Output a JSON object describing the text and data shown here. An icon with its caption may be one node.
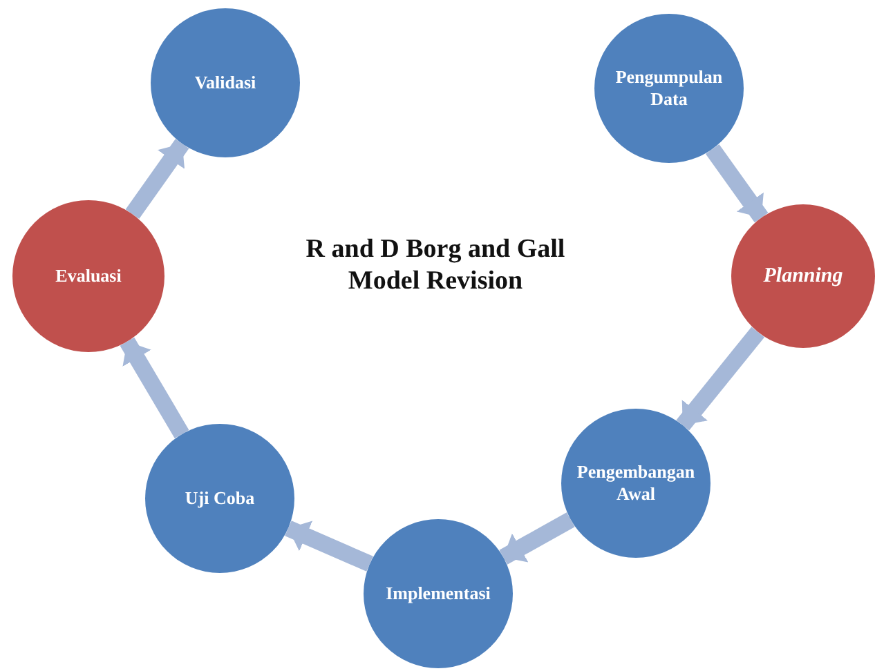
{
  "diagram": {
    "title": "R and D Borg and Gall Model Revision",
    "nodes": [
      {
        "text": [
          "Validasi"
        ]
      },
      {
        "text": [
          "Pengumpulan Data"
        ]
      },
      {
        "text": [
          "Planning"
        ]
      },
      {
        "text": [
          "Pengembangan Awal"
        ]
      },
      {
        "text": [
          "Implementasi"
        ]
      },
      {
        "text": [
          "Uji Coba"
        ]
      },
      {
        "text": [
          "Evaluasi"
        ]
      }
    ],
    "edges": [
      {
        "from": 1,
        "to": 2,
        "arrow": "to"
      },
      {
        "from": 2,
        "to": 3,
        "arrow": "to"
      },
      {
        "from": 3,
        "to": 4,
        "arrow": "to"
      },
      {
        "from": 4,
        "to": 5,
        "arrow": "to"
      },
      {
        "from": 5,
        "to": 6,
        "arrow": "to"
      },
      {
        "from": 6,
        "to": 0,
        "arrow": "to"
      }
    ]
  }
}
